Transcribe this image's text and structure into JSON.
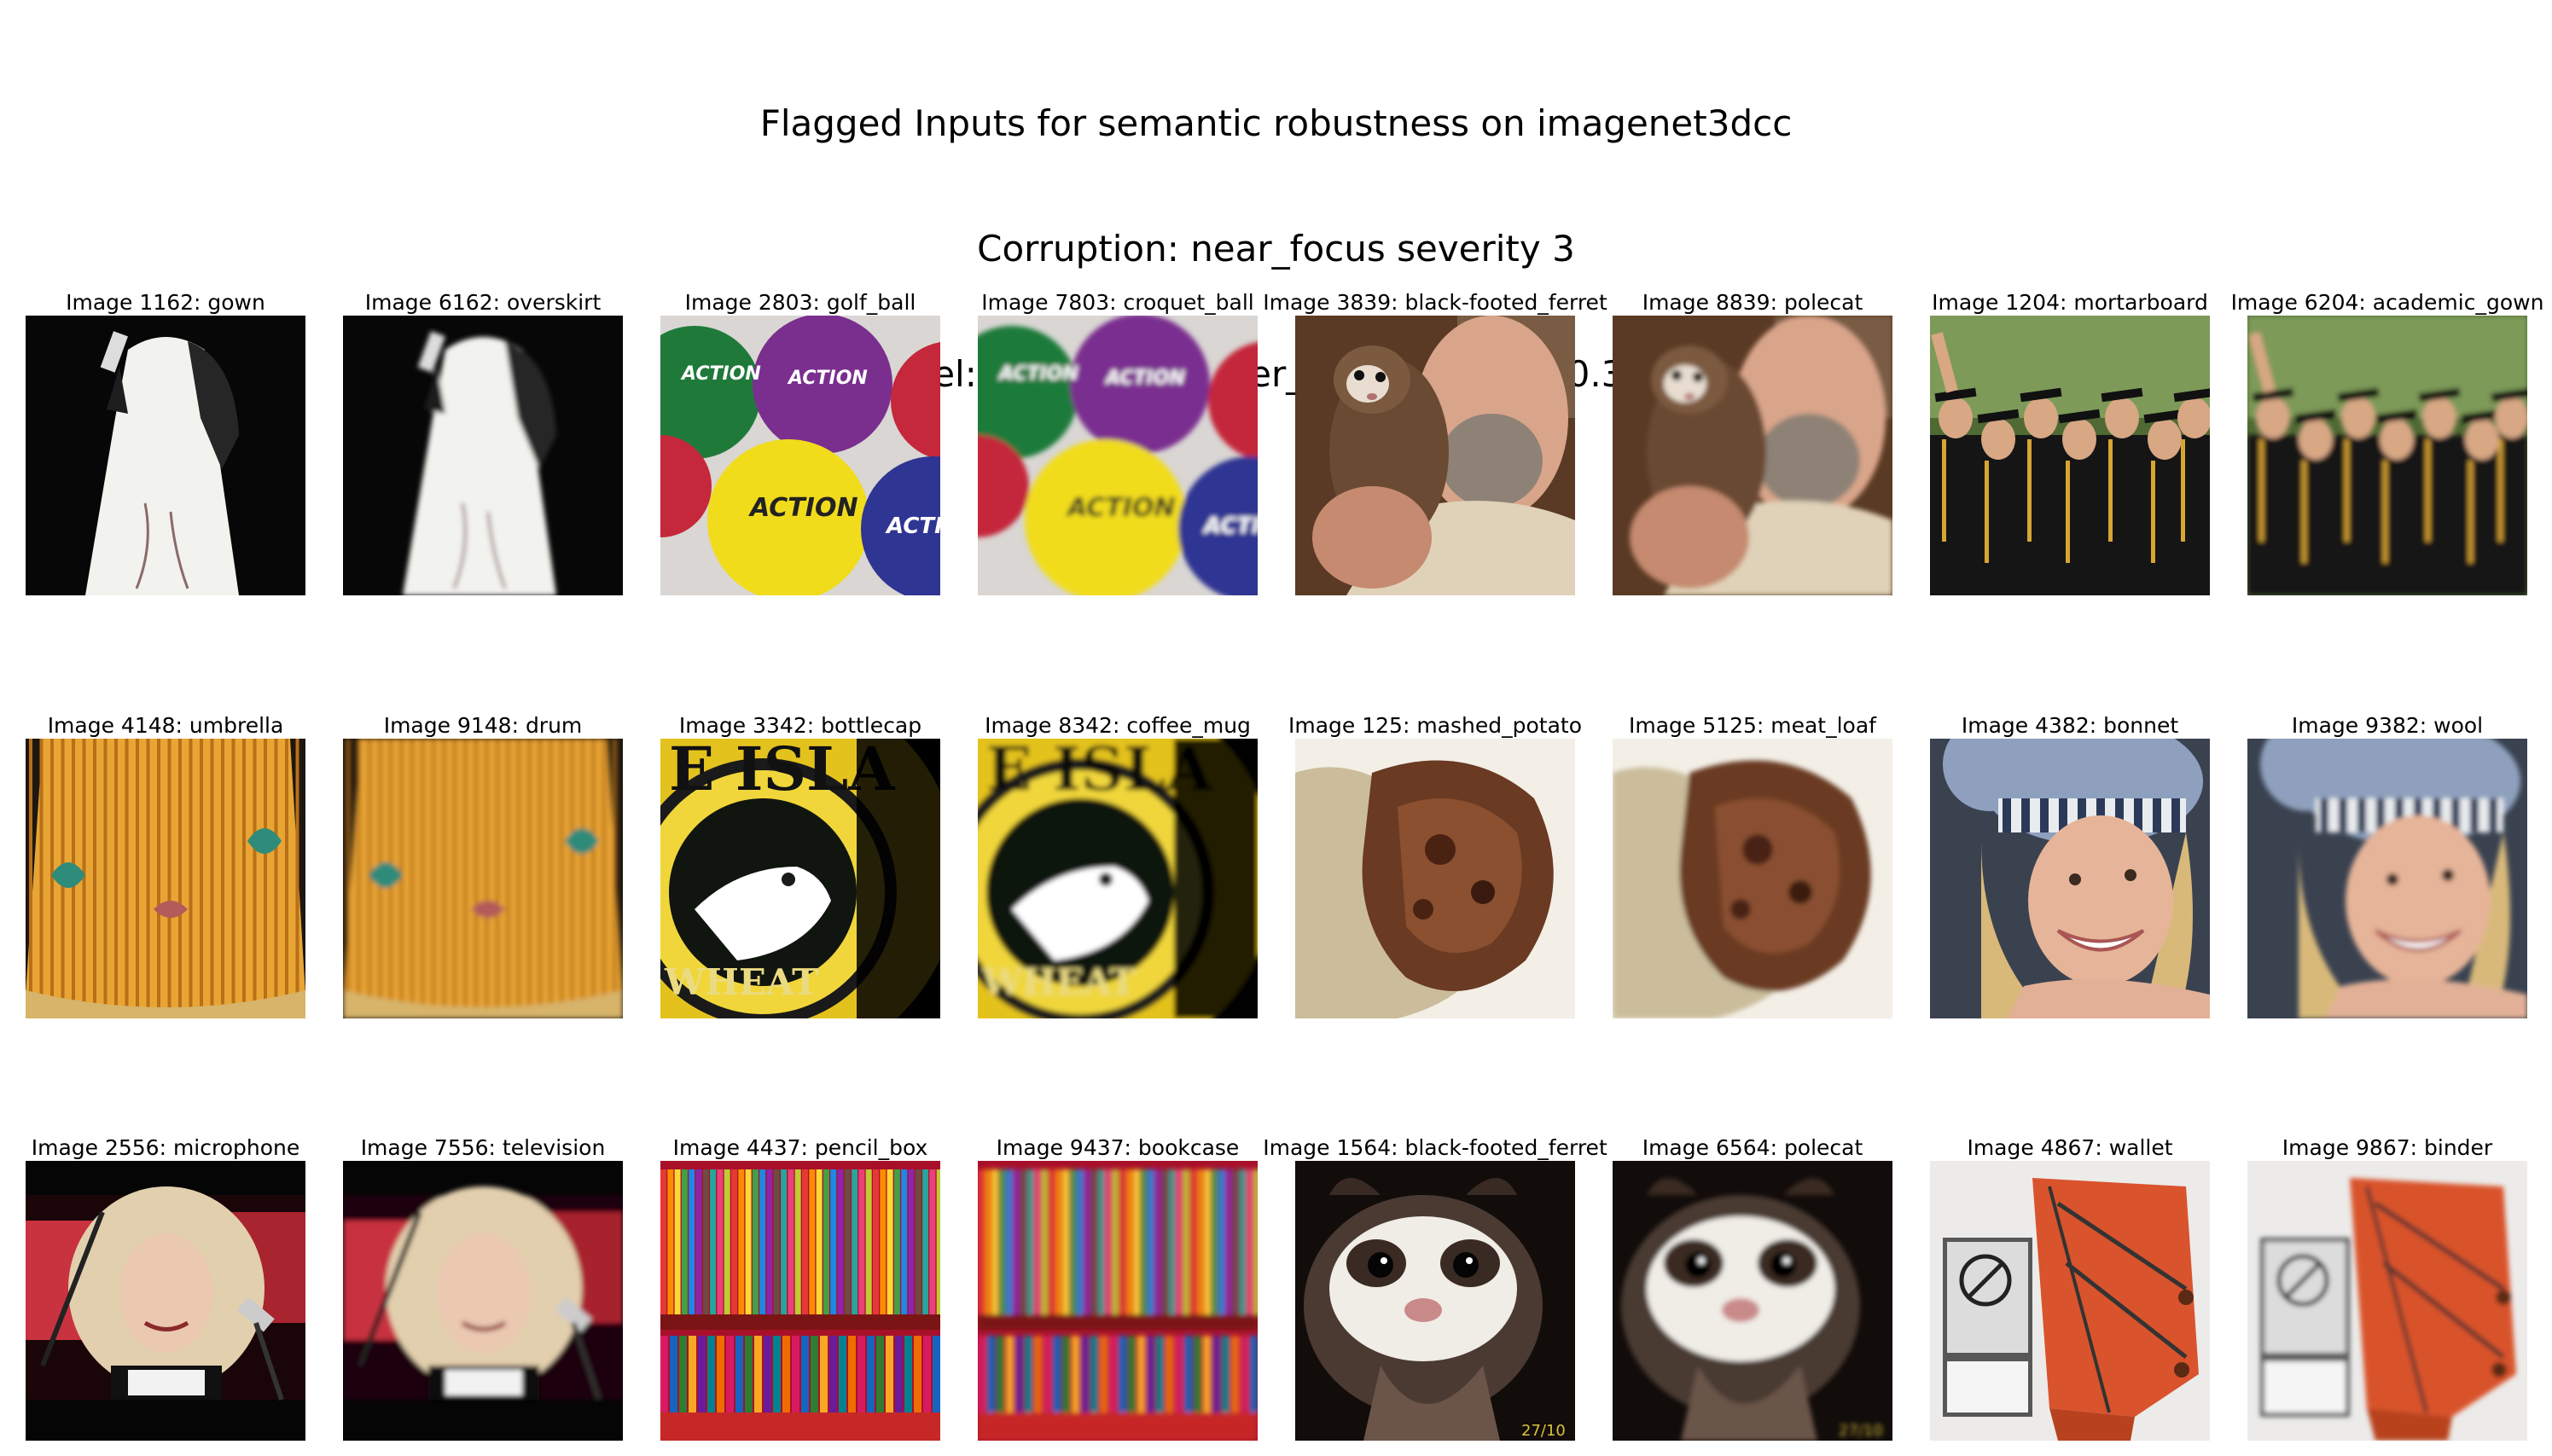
{
  "figure": {
    "title_lines": [
      "Flagged Inputs for semantic robustness on imagenet3dcc",
      "Corruption: near_focus severity 3",
      "Model: Tian2022Deeper_DeiT-B. 38 TP (0.38%)"
    ]
  },
  "grid": {
    "rows": [
      [
        {
          "label": "Image 1162: gown",
          "scene": "gown"
        },
        {
          "label": "Image 6162: overskirt",
          "scene": "gown"
        },
        {
          "label": "Image 2803: golf_ball",
          "scene": "balls"
        },
        {
          "label": "Image 7803: croquet_ball",
          "scene": "balls"
        },
        {
          "label": "Image 3839: black-footed_ferret",
          "scene": "ferret-man"
        },
        {
          "label": "Image 8839: polecat",
          "scene": "ferret-man"
        },
        {
          "label": "Image 1204: mortarboard",
          "scene": "graduates"
        },
        {
          "label": "Image 6204: academic_gown",
          "scene": "graduates"
        }
      ],
      [
        {
          "label": "Image 4148: umbrella",
          "scene": "lampshade"
        },
        {
          "label": "Image 9148: drum",
          "scene": "lampshade"
        },
        {
          "label": "Image 3342: bottlecap",
          "scene": "bottle-label"
        },
        {
          "label": "Image 8342: coffee_mug",
          "scene": "bottle-label"
        },
        {
          "label": "Image 125: mashed_potato",
          "scene": "meat"
        },
        {
          "label": "Image 5125: meat_loaf",
          "scene": "meat"
        },
        {
          "label": "Image 4382: bonnet",
          "scene": "woman-hat"
        },
        {
          "label": "Image 9382: wool",
          "scene": "woman-hat"
        }
      ],
      [
        {
          "label": "Image 2556: microphone",
          "scene": "singer"
        },
        {
          "label": "Image 7556: television",
          "scene": "singer"
        },
        {
          "label": "Image 4437: pencil_box",
          "scene": "pencils"
        },
        {
          "label": "Image 9437: bookcase",
          "scene": "pencils"
        },
        {
          "label": "Image 1564: black-footed_ferret",
          "scene": "ferret-face"
        },
        {
          "label": "Image 6564: polecat",
          "scene": "ferret-face"
        },
        {
          "label": "Image 4867: wallet",
          "scene": "wallet"
        },
        {
          "label": "Image 9867: binder",
          "scene": "wallet"
        }
      ]
    ]
  },
  "embedded_text": {
    "ball_brand": "ACTION",
    "bottle_text": "WHEAT",
    "ferret_date": "27/10"
  }
}
